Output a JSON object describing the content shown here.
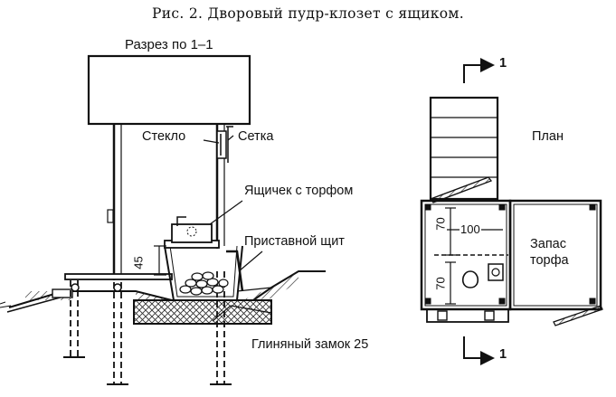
{
  "caption": "Рис. 2. Дворовый пудр-клозет с ящиком.",
  "section_view": {
    "title": "Разрез по 1–1",
    "labels": {
      "glass": "Стекло",
      "mesh": "Сетка",
      "peat_box": "Ящичек с торфом",
      "shield": "Приставной щит",
      "clay_lock": "Глиняный замок 25"
    },
    "dim_height": "45"
  },
  "plan_view": {
    "title": "План",
    "cut_mark": "1",
    "dim_top": "70",
    "dim_width": "100",
    "dim_bottom": "70",
    "storage_label_line1": "Запас",
    "storage_label_line2": "торфа"
  }
}
